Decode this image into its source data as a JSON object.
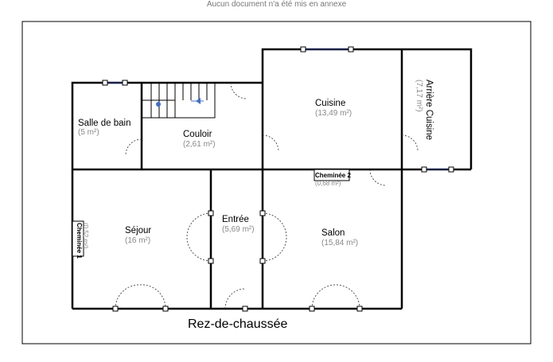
{
  "annex_note": "Aucun document n'a été mis en annexe",
  "floor_title": "Rez-de-chaussée",
  "rooms": [
    {
      "name": "Salle de bain",
      "area": "(5 m²)"
    },
    {
      "name": "Couloir",
      "area": "(2,61 m²)"
    },
    {
      "name": "Cuisine",
      "area": "(13,49 m²)"
    },
    {
      "name": "Arrière Cuisine",
      "area": "(7,17 m²)"
    },
    {
      "name": "Séjour",
      "area": "(16 m²)"
    },
    {
      "name": "Entrée",
      "area": "(5,69 m²)"
    },
    {
      "name": "Salon",
      "area": "(15,84 m²)"
    },
    {
      "name": "Cheminée 1",
      "area": "(0,52 m²)"
    },
    {
      "name": "Cheminée 2",
      "area": "(0,68 m²)"
    }
  ]
}
